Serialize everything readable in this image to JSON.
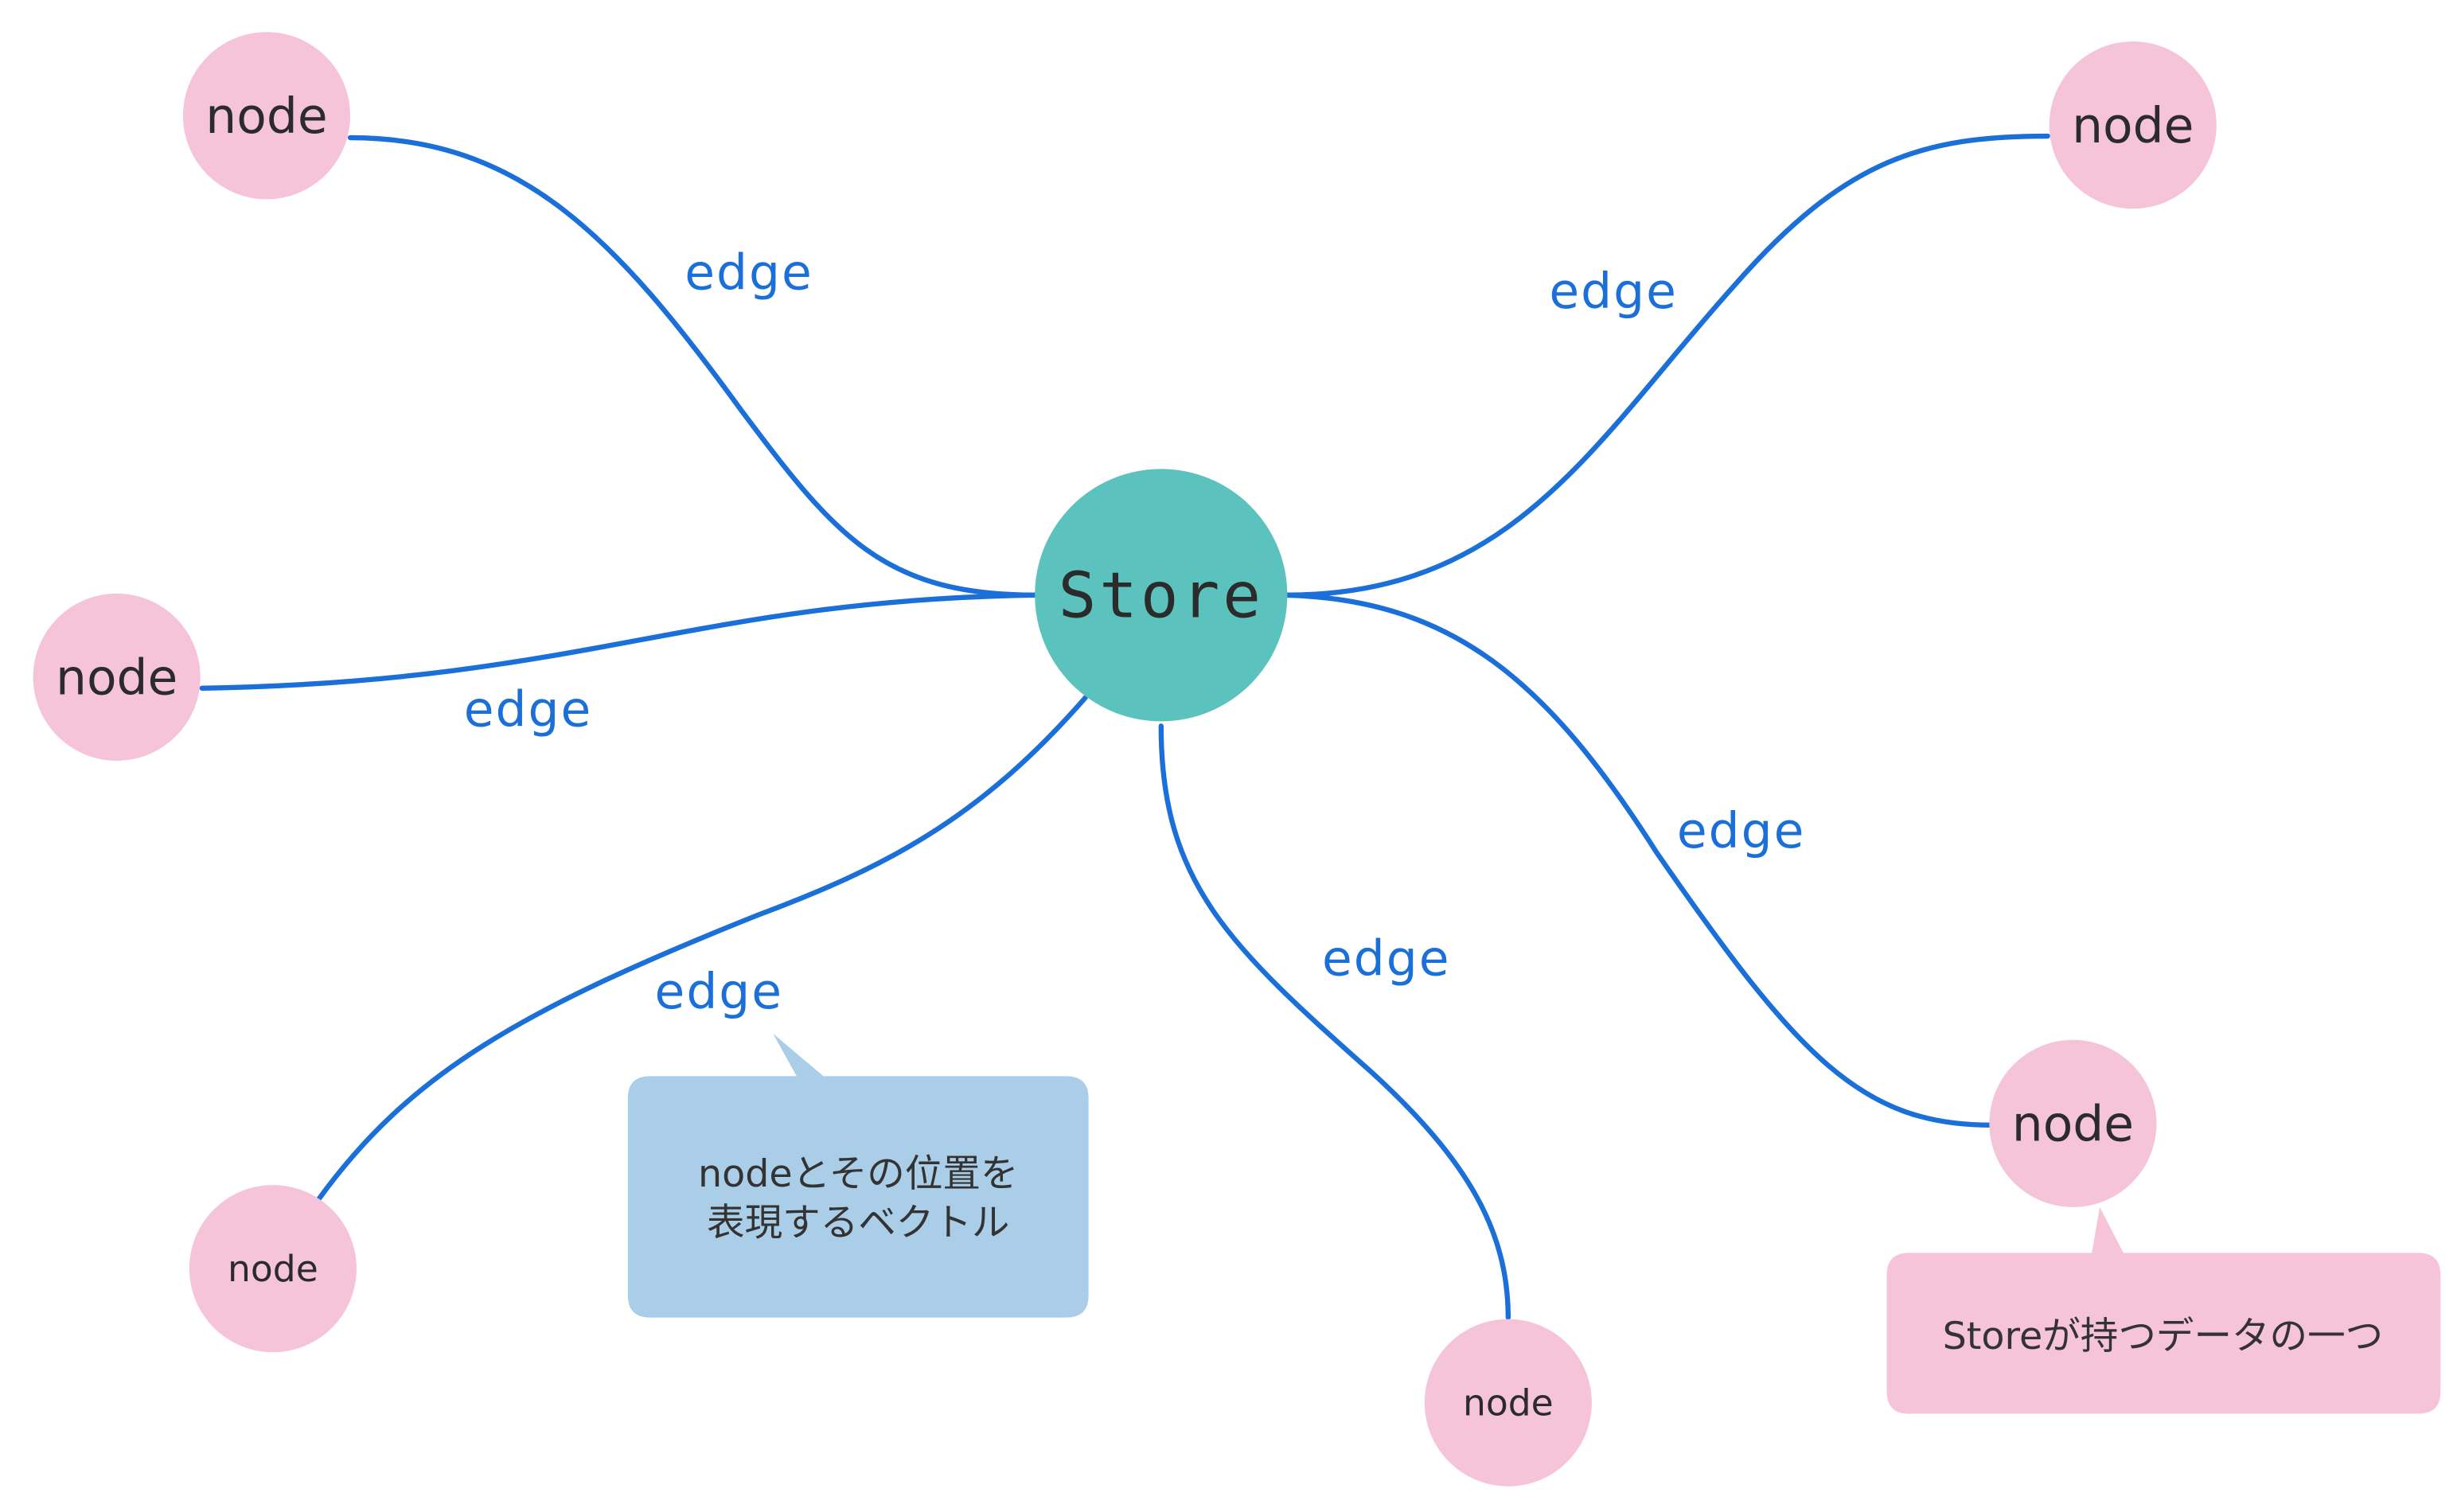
{
  "colors": {
    "center_fill": "#5bc2be",
    "node_fill": "#f5c4d8",
    "edge_stroke": "#1b6fd8",
    "callout_blue": "#aacde8",
    "callout_pink": "#f5c4d8",
    "text_dark": "#2b2b2b"
  },
  "center": {
    "label": "Store"
  },
  "nodes": [
    {
      "id": "node-top-left",
      "label": "node"
    },
    {
      "id": "node-middle-left",
      "label": "node"
    },
    {
      "id": "node-bottom-left",
      "label": "node"
    },
    {
      "id": "node-bottom-center",
      "label": "node"
    },
    {
      "id": "node-right",
      "label": "node"
    },
    {
      "id": "node-top-right",
      "label": "node"
    }
  ],
  "edges": [
    {
      "to": "node-top-left",
      "label": "edge"
    },
    {
      "to": "node-middle-left",
      "label": "edge"
    },
    {
      "to": "node-bottom-left",
      "label": "edge"
    },
    {
      "to": "node-bottom-center",
      "label": "edge"
    },
    {
      "to": "node-right",
      "label": "edge"
    },
    {
      "to": "node-top-right",
      "label": "edge"
    }
  ],
  "callouts": [
    {
      "id": "edge-note",
      "lines": [
        "nodeとその位置を",
        "表現するベクトル"
      ]
    },
    {
      "id": "node-note",
      "lines": [
        "Storeが持つデータの一つ"
      ]
    }
  ]
}
